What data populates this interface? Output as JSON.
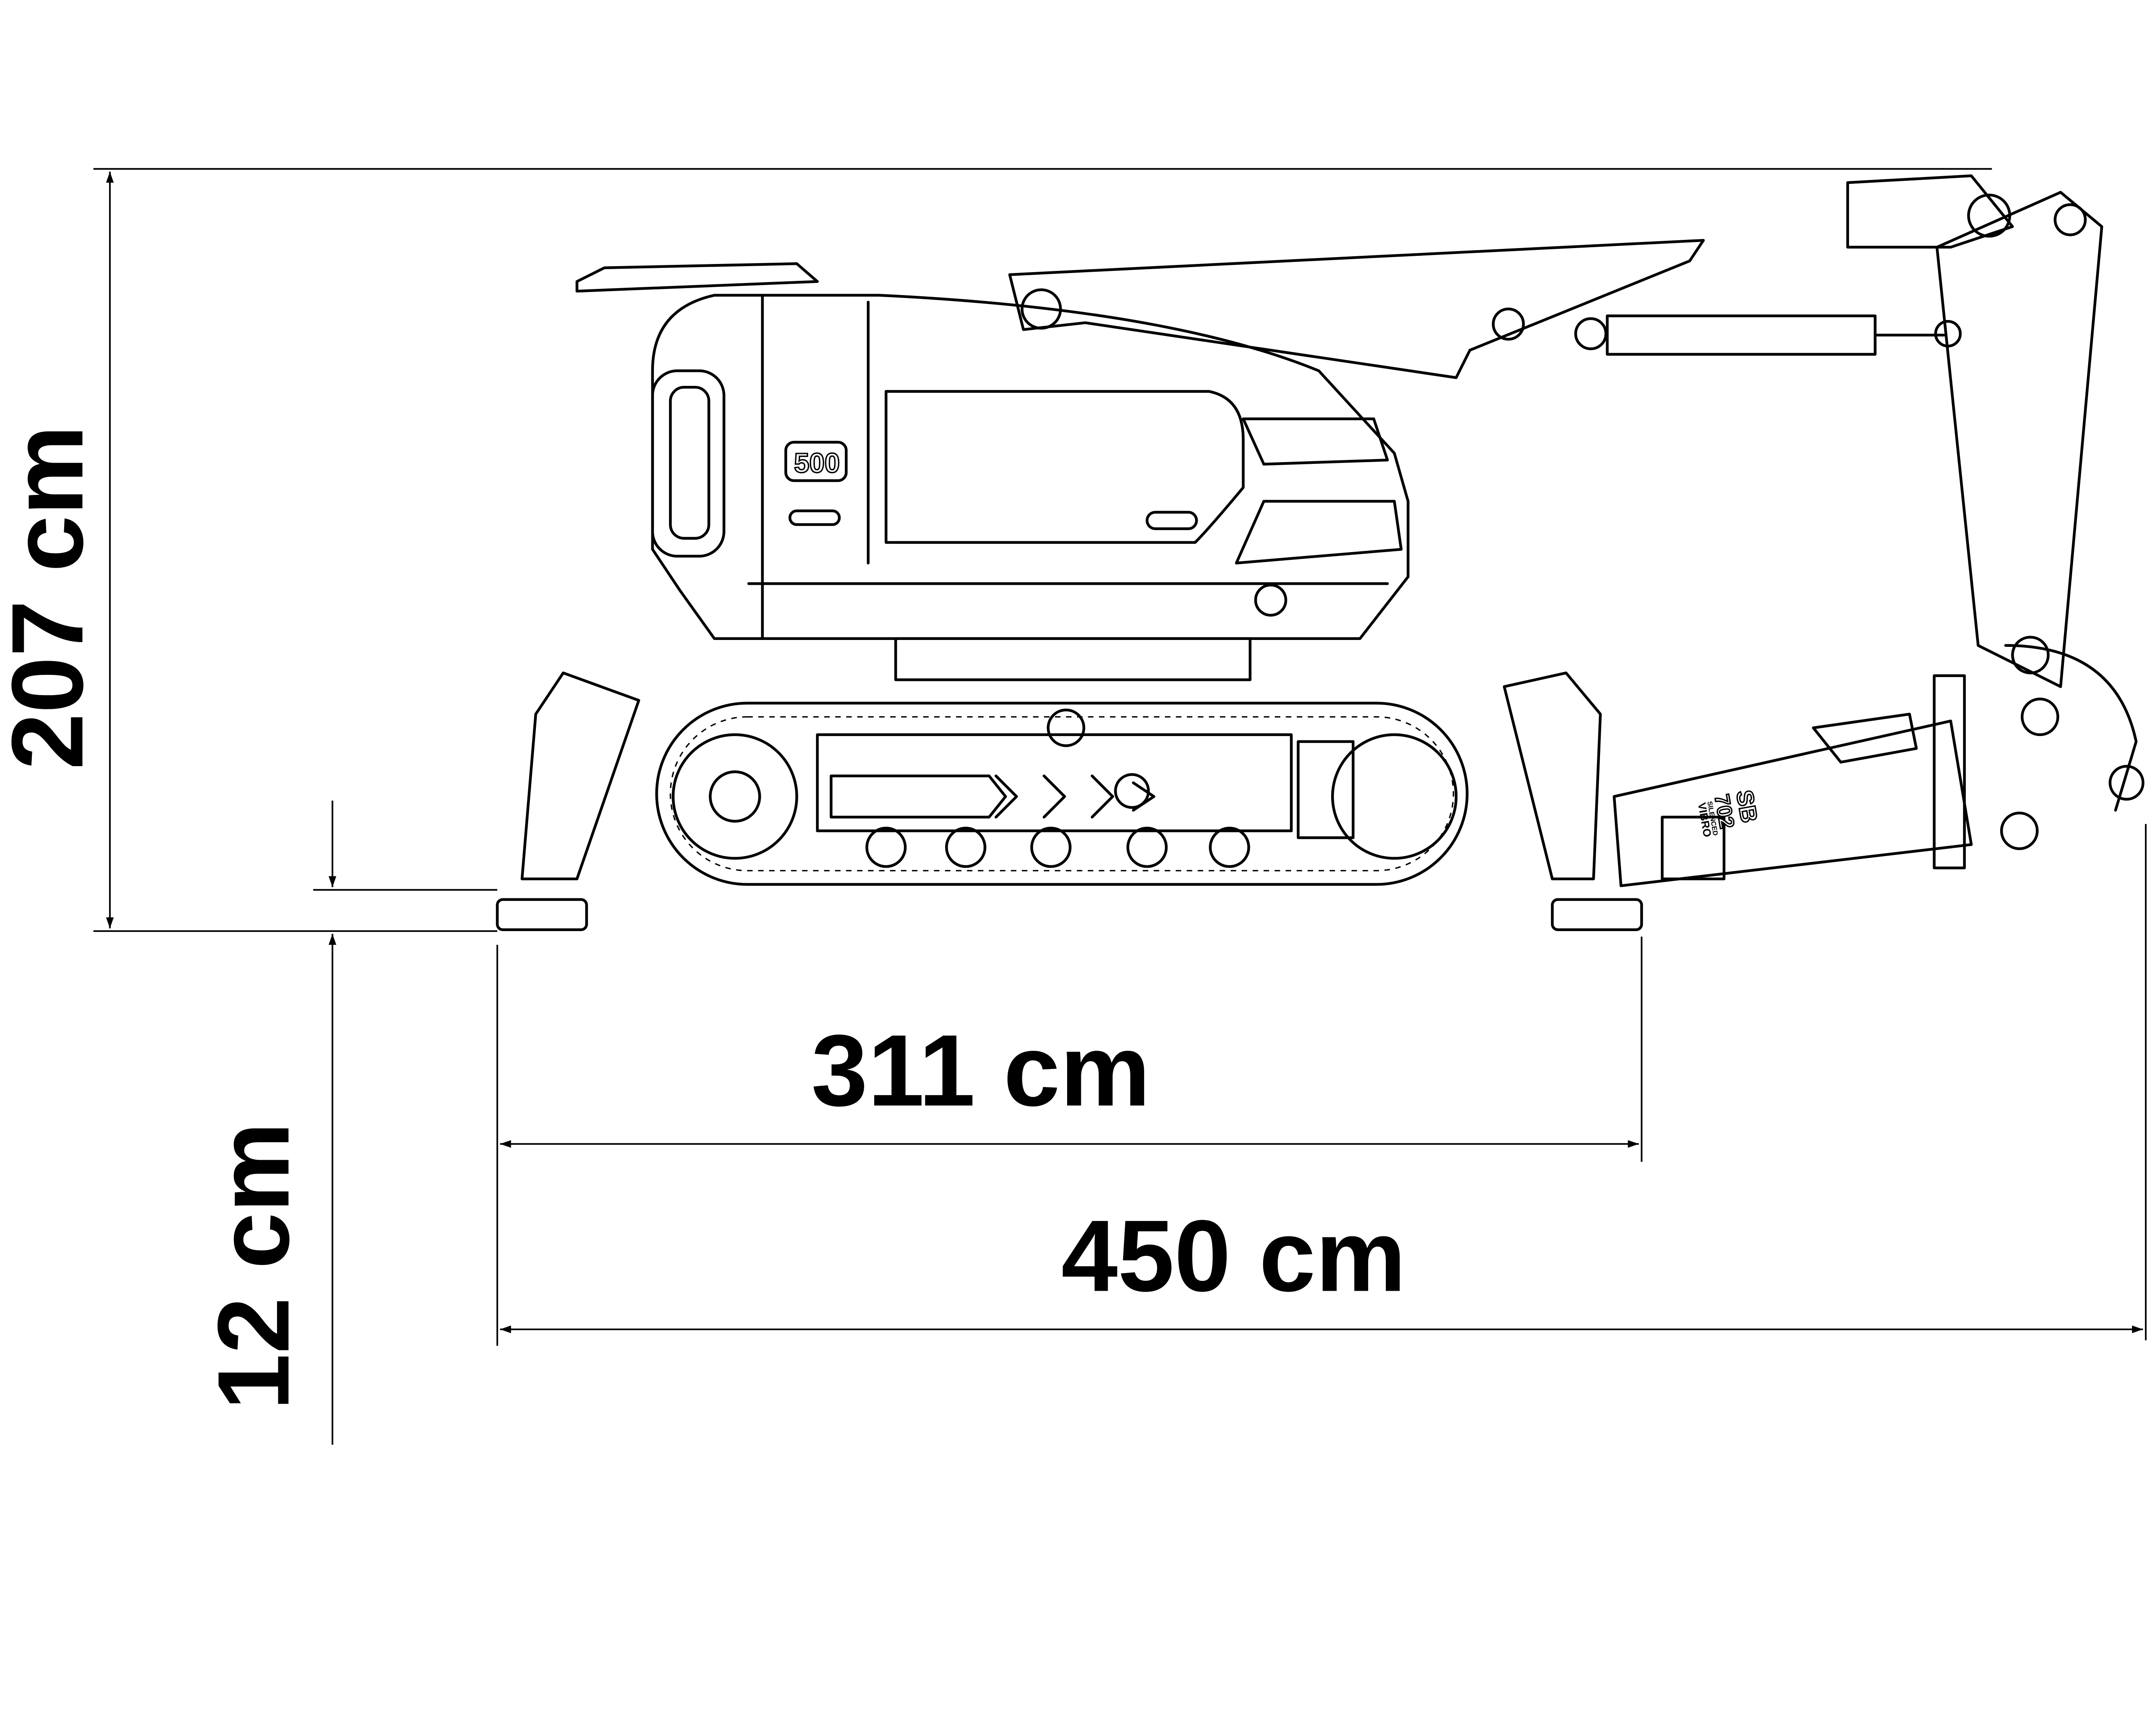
{
  "dimensions": {
    "height_total": "207 cm",
    "ground_clearance": "12 cm",
    "outrigger_span": "311 cm",
    "total_length": "450 cm"
  },
  "machine_labels": {
    "model_badge": "500",
    "breaker_model": "SB",
    "breaker_number": "702",
    "breaker_feature_1": "VIBRO",
    "breaker_feature_2": "SILENCED"
  },
  "colors": {
    "line": "#000000",
    "background": "#ffffff"
  }
}
